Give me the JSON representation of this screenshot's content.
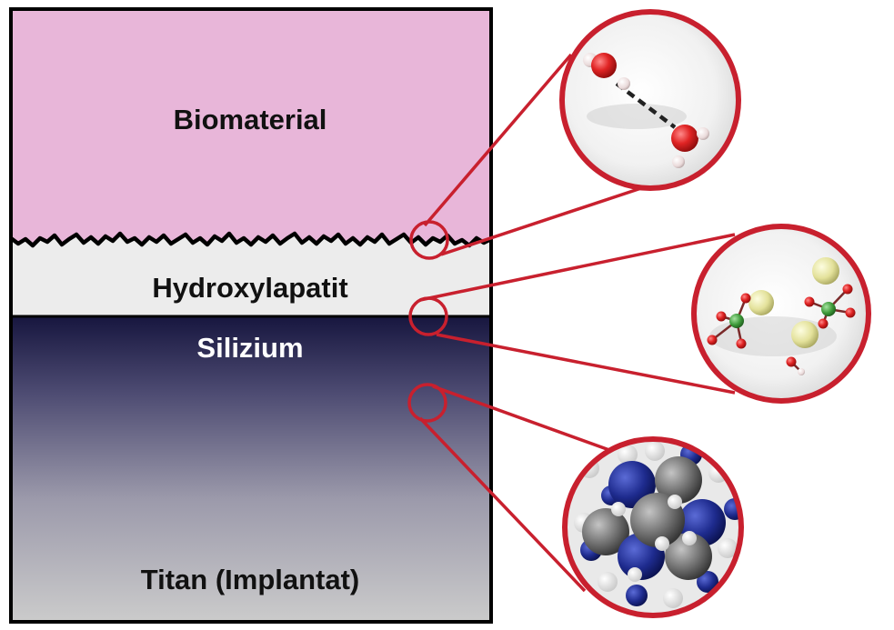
{
  "layers": {
    "biomaterial": {
      "label": "Biomaterial"
    },
    "hydroxylapatit": {
      "label": "Hydroxylapatit"
    },
    "silizium": {
      "label": "Silizium"
    },
    "titan": {
      "label": "Titan (Implantat)"
    }
  },
  "colors": {
    "biomaterial": "#e8b6d9",
    "hydroxylapatit": "#ececec",
    "silizium_top": "#17163f",
    "titan_bottom": "#cbcbcb",
    "callout": "#c8202e",
    "label_dark": "#111111",
    "label_light": "#ffffff"
  }
}
